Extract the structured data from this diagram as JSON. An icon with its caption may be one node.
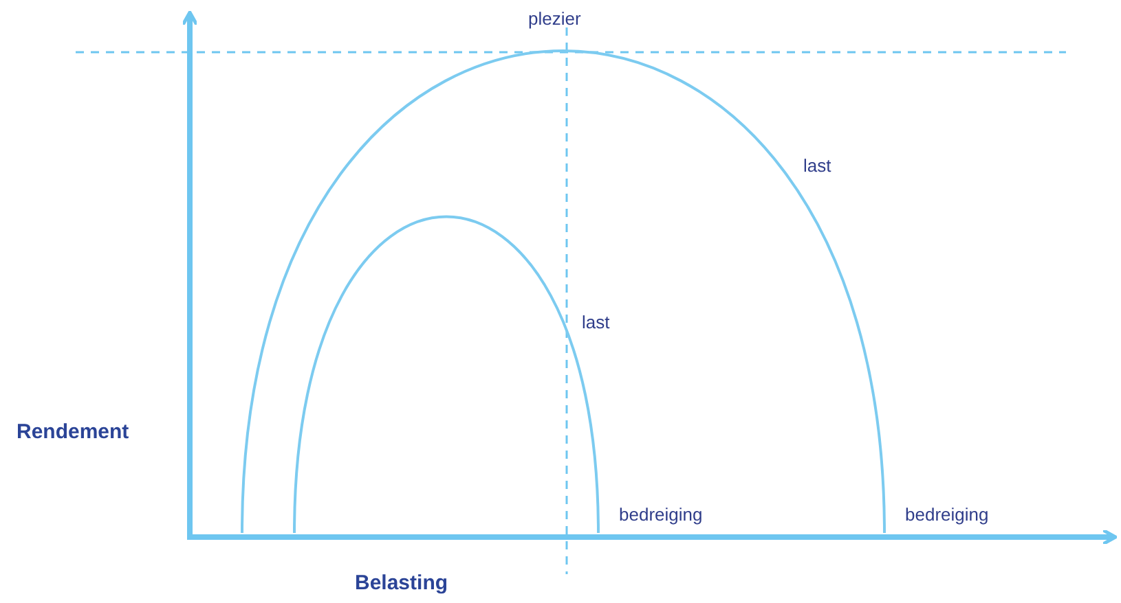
{
  "diagram": {
    "labels": [
      "plezier",
      "last",
      "last",
      "Rendement",
      "bedreiging",
      "bedreiging",
      "Belasting"
    ]
  }
}
